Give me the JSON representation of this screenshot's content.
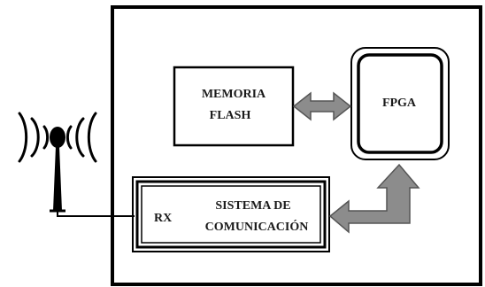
{
  "blocks": {
    "memory": {
      "line1": "MEMORIA",
      "line2": "FLASH"
    },
    "fpga": {
      "label": "FPGA"
    },
    "comm": {
      "rx": "RX",
      "line1": "SISTEMA DE",
      "line2": "COMUNICACIÓN"
    }
  },
  "colors": {
    "outline": "#000000",
    "arrow_fill": "#8c8c8c",
    "arrow_stroke": "#555555",
    "background": "#ffffff"
  },
  "icons": [
    "antenna-icon",
    "signal-waves-left-icon",
    "signal-waves-right-icon"
  ]
}
